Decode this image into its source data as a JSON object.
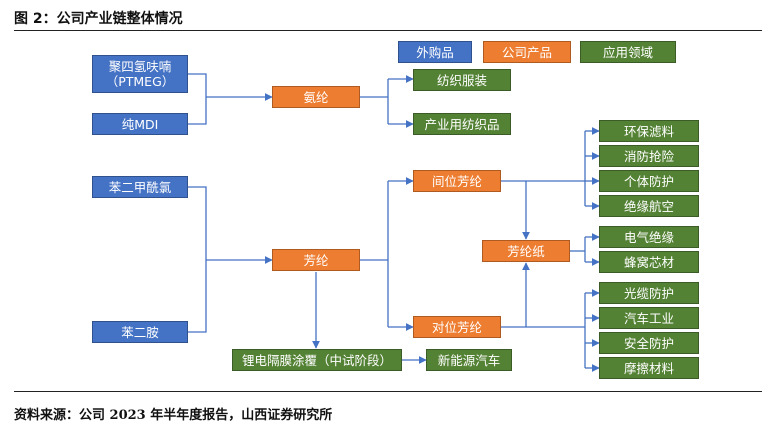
{
  "caption": "图 2：公司产业链整体情况",
  "source": "资料来源：公司 2023 年半年度报告，山西证券研究所",
  "legend": {
    "external": "外购品",
    "product": "公司产品",
    "application": "应用领域"
  },
  "colors": {
    "external": "#4472c4",
    "product": "#ed7d31",
    "application": "#548235",
    "arrow": "#4472c4"
  },
  "nodes": {
    "ptmeg": "聚四氢呋喃\n（PTMEG）",
    "pure_mdi": "纯MDI",
    "benzene_dimethyl_chloride": "苯二甲酰氯",
    "benzene_diamine": "苯二胺",
    "spandex": "氨纶",
    "aramid": "芳纶",
    "meta_aramid": "间位芳纶",
    "para_aramid": "对位芳纶",
    "aramid_paper": "芳纶纸",
    "separator_coating": "锂电隔膜涂覆（中试阶段）",
    "textile_clothing": "纺织服装",
    "industrial_textile": "产业用纺织品",
    "env_filter": "环保滤料",
    "fire_rescue": "消防抢险",
    "personal_protection": "个体防护",
    "insulation_aviation": "绝缘航空",
    "electrical_insulation": "电气绝缘",
    "honeycomb_core": "蜂窝芯材",
    "cable_protection": "光缆防护",
    "auto_industry": "汽车工业",
    "safety_protection": "安全防护",
    "friction_material": "摩擦材料",
    "new_energy_vehicle": "新能源汽车"
  }
}
